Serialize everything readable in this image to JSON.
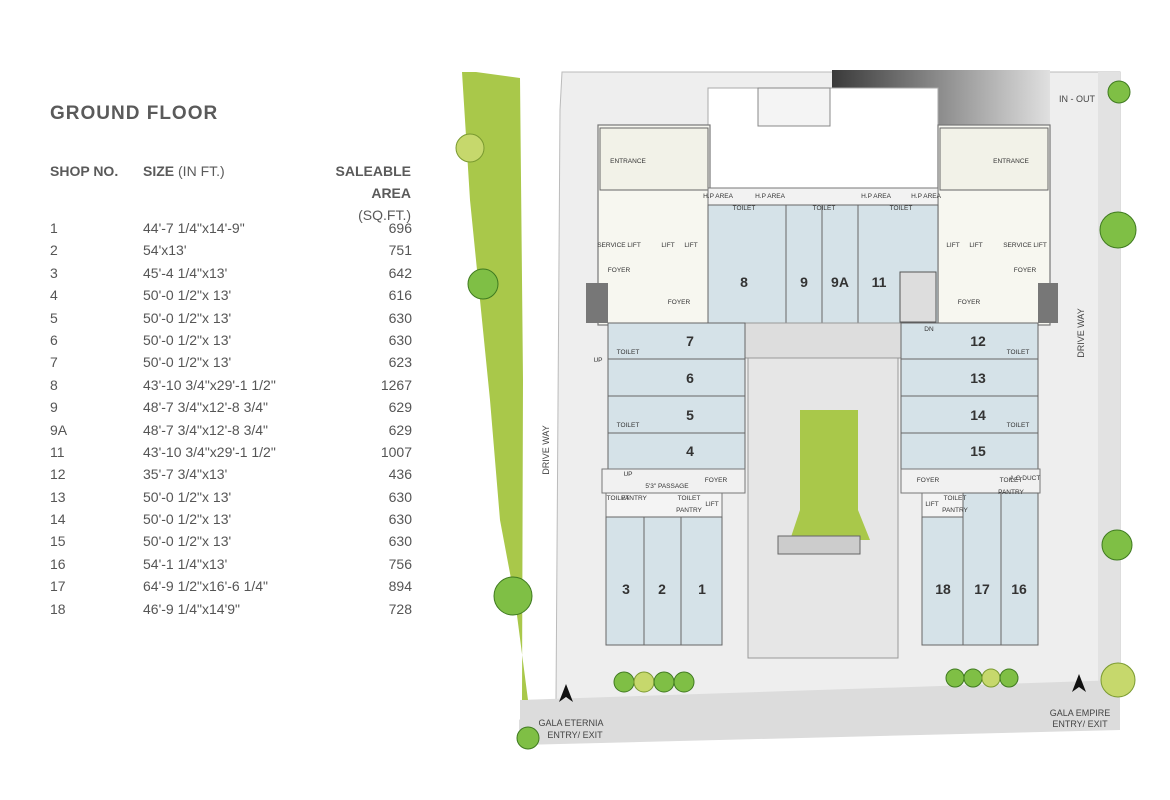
{
  "title": "GROUND FLOOR",
  "columns": {
    "shop": "SHOP NO.",
    "size_bold": "SIZE",
    "size_unit": "(IN FT.)",
    "area_line1": "SALEABLE AREA",
    "area_line2": "(SQ.FT.)"
  },
  "shops": [
    {
      "no": "1",
      "size": "44'-7 1/4\"x14'-9\"",
      "area": "696"
    },
    {
      "no": "2",
      "size": "54'x13'",
      "area": "751"
    },
    {
      "no": "3",
      "size": "45'-4 1/4\"x13'",
      "area": "642"
    },
    {
      "no": "4",
      "size": "50'-0 1/2\"x 13'",
      "area": "616"
    },
    {
      "no": "5",
      "size": "50'-0 1/2\"x 13'",
      "area": "630"
    },
    {
      "no": "6",
      "size": "50'-0 1/2\"x 13'",
      "area": "630"
    },
    {
      "no": "7",
      "size": "50'-0 1/2\"x 13'",
      "area": "623"
    },
    {
      "no": "8",
      "size": "43'-10 3/4\"x29'-1 1/2\"",
      "area": "1267"
    },
    {
      "no": "9",
      "size": "48'-7 3/4\"x12'-8 3/4\"",
      "area": "629"
    },
    {
      "no": "9A",
      "size": "48'-7 3/4\"x12'-8 3/4\"",
      "area": "629"
    },
    {
      "no": "11",
      "size": "43'-10 3/4\"x29'-1 1/2\"",
      "area": "1007"
    },
    {
      "no": "12",
      "size": "35'-7 3/4\"x13'",
      "area": "436"
    },
    {
      "no": "13",
      "size": "50'-0 1/2\"x 13'",
      "area": "630"
    },
    {
      "no": "14",
      "size": "50'-0 1/2\"x 13'",
      "area": "630"
    },
    {
      "no": "15",
      "size": "50'-0 1/2\"x 13'",
      "area": "630"
    },
    {
      "no": "16",
      "size": "54'-1 1/4\"x13'",
      "area": "756"
    },
    {
      "no": "17",
      "size": "64'-9 1/2\"x16'-6 1/4\"",
      "area": "894"
    },
    {
      "no": "18",
      "size": "46'-9 1/4\"x14'9\"",
      "area": "728"
    }
  ],
  "plan": {
    "entrance": "ENTRANCE",
    "foyer": "FOYER",
    "lift": "LIFT",
    "service_lift": "SERVICE LIFT",
    "toilet": "TOILET",
    "pantry": "PANTRY",
    "hp_area": "H.P AREA",
    "passage": "5'3\" PASSAGE",
    "duct": "A.C DUCT",
    "up": "UP",
    "dn": "DN",
    "drive_way": "DRIVE WAY",
    "in_out": "IN - OUT",
    "gala_eternia": "GALA ETERNIA",
    "gala_empire": "GALA EMPIRE",
    "entry_exit": "ENTRY/ EXIT",
    "shop_labels": {
      "s1": "1",
      "s2": "2",
      "s3": "3",
      "s4": "4",
      "s5": "5",
      "s6": "6",
      "s7": "7",
      "s8": "8",
      "s9": "9",
      "s9a": "9A",
      "s11": "11",
      "s12": "12",
      "s13": "13",
      "s14": "14",
      "s15": "15",
      "s16": "16",
      "s17": "17",
      "s18": "18"
    }
  },
  "colors": {
    "shop_fill": "#d5e2e8",
    "landscape": "#a9c84a",
    "road": "#e2e2e2",
    "text": "#555555"
  }
}
